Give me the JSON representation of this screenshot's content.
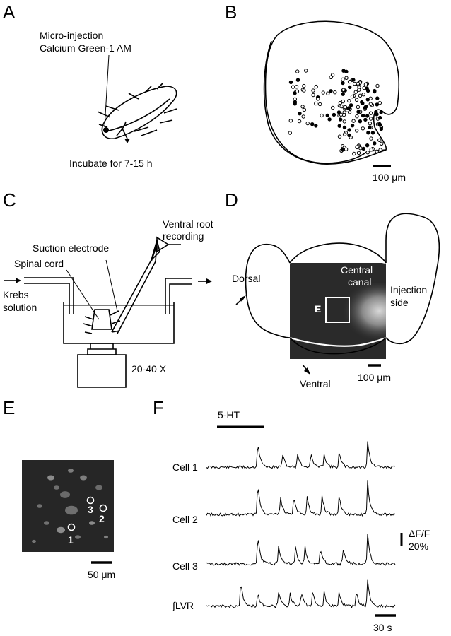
{
  "panels": {
    "a": {
      "letter": "A",
      "line1": "Micro-injection",
      "line2": "Calcium Green-1 AM",
      "incubate": "Incubate for 7-15 h"
    },
    "b": {
      "letter": "B",
      "scale": "100 μm"
    },
    "c": {
      "letter": "C",
      "ventral_line1": "Ventral root",
      "ventral_line2": "recording",
      "suction": "Suction electrode",
      "spinal": "Spinal cord",
      "krebs1": "Krebs",
      "krebs2": "solution",
      "objective": "20-40 X"
    },
    "d": {
      "letter": "D",
      "dorsal": "Dorsal",
      "central1": "Central",
      "central2": "canal",
      "injection1": "Injection",
      "injection2": "side",
      "e_box": "E",
      "ventral": "Ventral",
      "scale": "100 μm"
    },
    "e": {
      "letter": "E",
      "cell1": "1",
      "cell2": "2",
      "cell3": "3",
      "scale": "50 μm"
    },
    "f": {
      "letter": "F",
      "stim": "5-HT",
      "scale_dff": "ΔF/F",
      "scale_pct": "20%",
      "time": "30 s"
    }
  },
  "chart_data": {
    "type": "line",
    "series": [
      {
        "name": "Cell 1",
        "peaks": [
          0.27,
          0.4,
          0.48,
          0.55,
          0.62,
          0.7,
          0.85
        ]
      },
      {
        "name": "Cell 2",
        "peaks": [
          0.27,
          0.39,
          0.46,
          0.53,
          0.61,
          0.7,
          0.85
        ]
      },
      {
        "name": "Cell 3",
        "peaks": [
          0.27,
          0.38,
          0.47,
          0.52,
          0.6,
          0.72,
          0.85
        ]
      },
      {
        "name": "∫LVR",
        "peaks": [
          0.18,
          0.27,
          0.38,
          0.44,
          0.5,
          0.56,
          0.62,
          0.7,
          0.79,
          0.85
        ]
      }
    ]
  }
}
